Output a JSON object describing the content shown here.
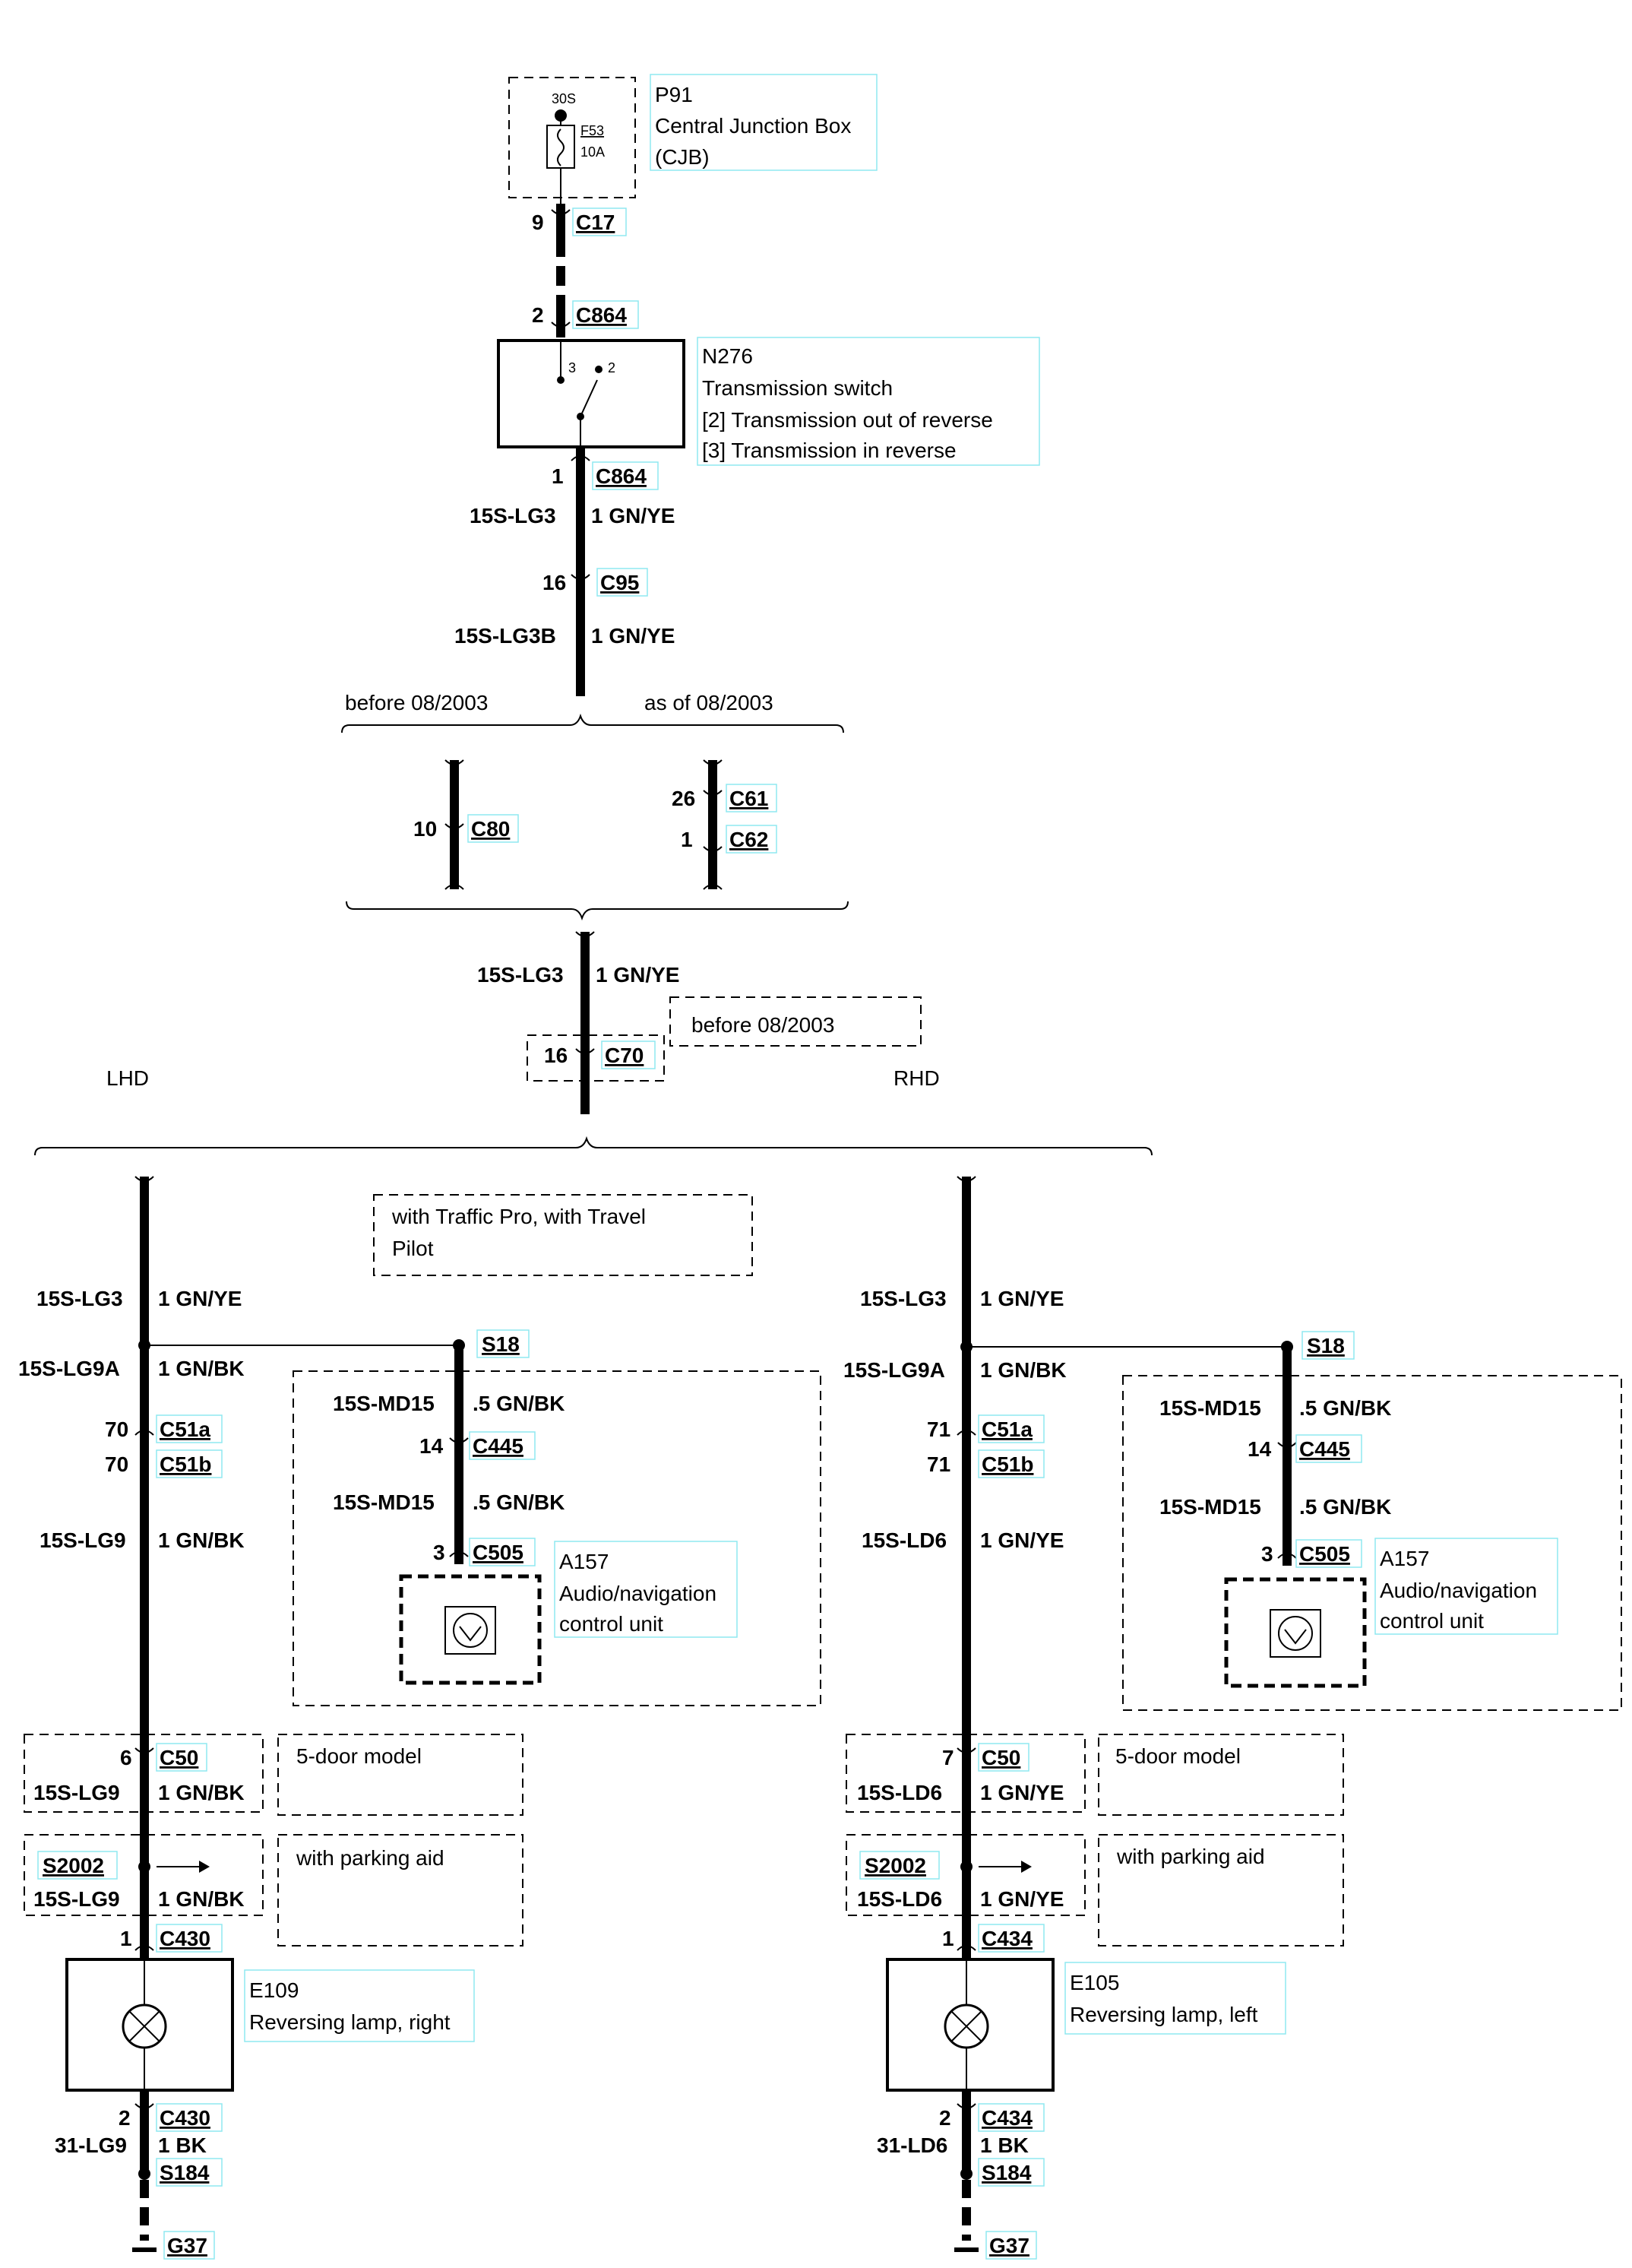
{
  "top": {
    "cjb": {
      "pin": "30S",
      "fuse": "F53",
      "rating": "10A",
      "id": "P91",
      "name": "Central Junction Box",
      "abbr": "(CJB)"
    },
    "c17": {
      "pin": "9",
      "conn": "C17"
    },
    "c864a": {
      "pin": "2",
      "conn": "C864"
    },
    "switch": {
      "id": "N276",
      "name": "Transmission switch",
      "s2": "[2] Transmission out of reverse",
      "s3": "[3] Transmission in reverse",
      "p3": "3",
      "p2": "2"
    },
    "c864b": {
      "pin": "1",
      "conn": "C864"
    },
    "w1": {
      "circuit": "15S-LG3",
      "spec": "1 GN/YE"
    },
    "c95": {
      "pin": "16",
      "conn": "C95"
    },
    "w2": {
      "circuit": "15S-LG3B",
      "spec": "1 GN/YE"
    },
    "before": "before 08/2003",
    "asof": "as of 08/2003",
    "c80": {
      "pin": "10",
      "conn": "C80"
    },
    "c61": {
      "pin": "26",
      "conn": "C61"
    },
    "c62": {
      "pin": "1",
      "conn": "C62"
    },
    "w3": {
      "circuit": "15S-LG3",
      "spec": "1 GN/YE"
    },
    "c70note": "before 08/2003",
    "c70": {
      "pin": "16",
      "conn": "C70"
    },
    "lhd": "LHD",
    "rhd": "RHD"
  },
  "lhd": {
    "note_traffic": [
      "with Traffic Pro, with Travel",
      "Pilot"
    ],
    "w1": {
      "circuit": "15S-LG3",
      "spec": "1 GN/YE"
    },
    "w2": {
      "circuit": "15S-LG9A",
      "spec": "1 GN/BK"
    },
    "s18": "S18",
    "md1": {
      "circuit": "15S-MD15",
      "spec": ".5 GN/BK"
    },
    "c445": {
      "pin": "14",
      "conn": "C445"
    },
    "md2": {
      "circuit": "15S-MD15",
      "spec": ".5 GN/BK"
    },
    "c505": {
      "pin": "3",
      "conn": "C505"
    },
    "audio": {
      "id": "A157",
      "name": "Audio/navigation",
      "name2": "control unit"
    },
    "c51a": {
      "pin": "70",
      "conn": "C51a"
    },
    "c51b": {
      "pin": "70",
      "conn": "C51b"
    },
    "w3": {
      "circuit": "15S-LG9",
      "spec": "1 GN/BK"
    },
    "c50": {
      "pin": "6",
      "conn": "C50"
    },
    "w4": {
      "circuit": "15S-LG9",
      "spec": "1 GN/BK"
    },
    "note_5door": "5-door model",
    "s2002": "S2002",
    "w5": {
      "circuit": "15S-LG9",
      "spec": "1 GN/BK"
    },
    "note_park": "with parking aid",
    "c430a": {
      "pin": "1",
      "conn": "C430"
    },
    "lamp": {
      "id": "E109",
      "name": "Reversing lamp, right"
    },
    "c430b": {
      "pin": "2",
      "conn": "C430"
    },
    "w6": {
      "circuit": "31-LG9",
      "spec": "1 BK"
    },
    "s184": "S184",
    "g37": "G37"
  },
  "rhd": {
    "w1": {
      "circuit": "15S-LG3",
      "spec": "1 GN/YE"
    },
    "w2": {
      "circuit": "15S-LG9A",
      "spec": "1 GN/BK"
    },
    "s18": "S18",
    "md1": {
      "circuit": "15S-MD15",
      "spec": ".5 GN/BK"
    },
    "c445": {
      "pin": "14",
      "conn": "C445"
    },
    "md2": {
      "circuit": "15S-MD15",
      "spec": ".5 GN/BK"
    },
    "c505": {
      "pin": "3",
      "conn": "C505"
    },
    "audio": {
      "id": "A157",
      "name": "Audio/navigation",
      "name2": "control unit"
    },
    "c51a": {
      "pin": "71",
      "conn": "C51a"
    },
    "c51b": {
      "pin": "71",
      "conn": "C51b"
    },
    "w3": {
      "circuit": "15S-LD6",
      "spec": "1 GN/YE"
    },
    "c50": {
      "pin": "7",
      "conn": "C50"
    },
    "w4": {
      "circuit": "15S-LD6",
      "spec": "1 GN/YE"
    },
    "note_5door": "5-door model",
    "s2002": "S2002",
    "w5": {
      "circuit": "15S-LD6",
      "spec": "1 GN/YE"
    },
    "note_park": "with parking aid",
    "c434a": {
      "pin": "1",
      "conn": "C434"
    },
    "lamp": {
      "id": "E105",
      "name": "Reversing lamp, left"
    },
    "c434b": {
      "pin": "2",
      "conn": "C434"
    },
    "w6": {
      "circuit": "31-LD6",
      "spec": "1 BK"
    },
    "s184": "S184",
    "g37": "G37"
  }
}
